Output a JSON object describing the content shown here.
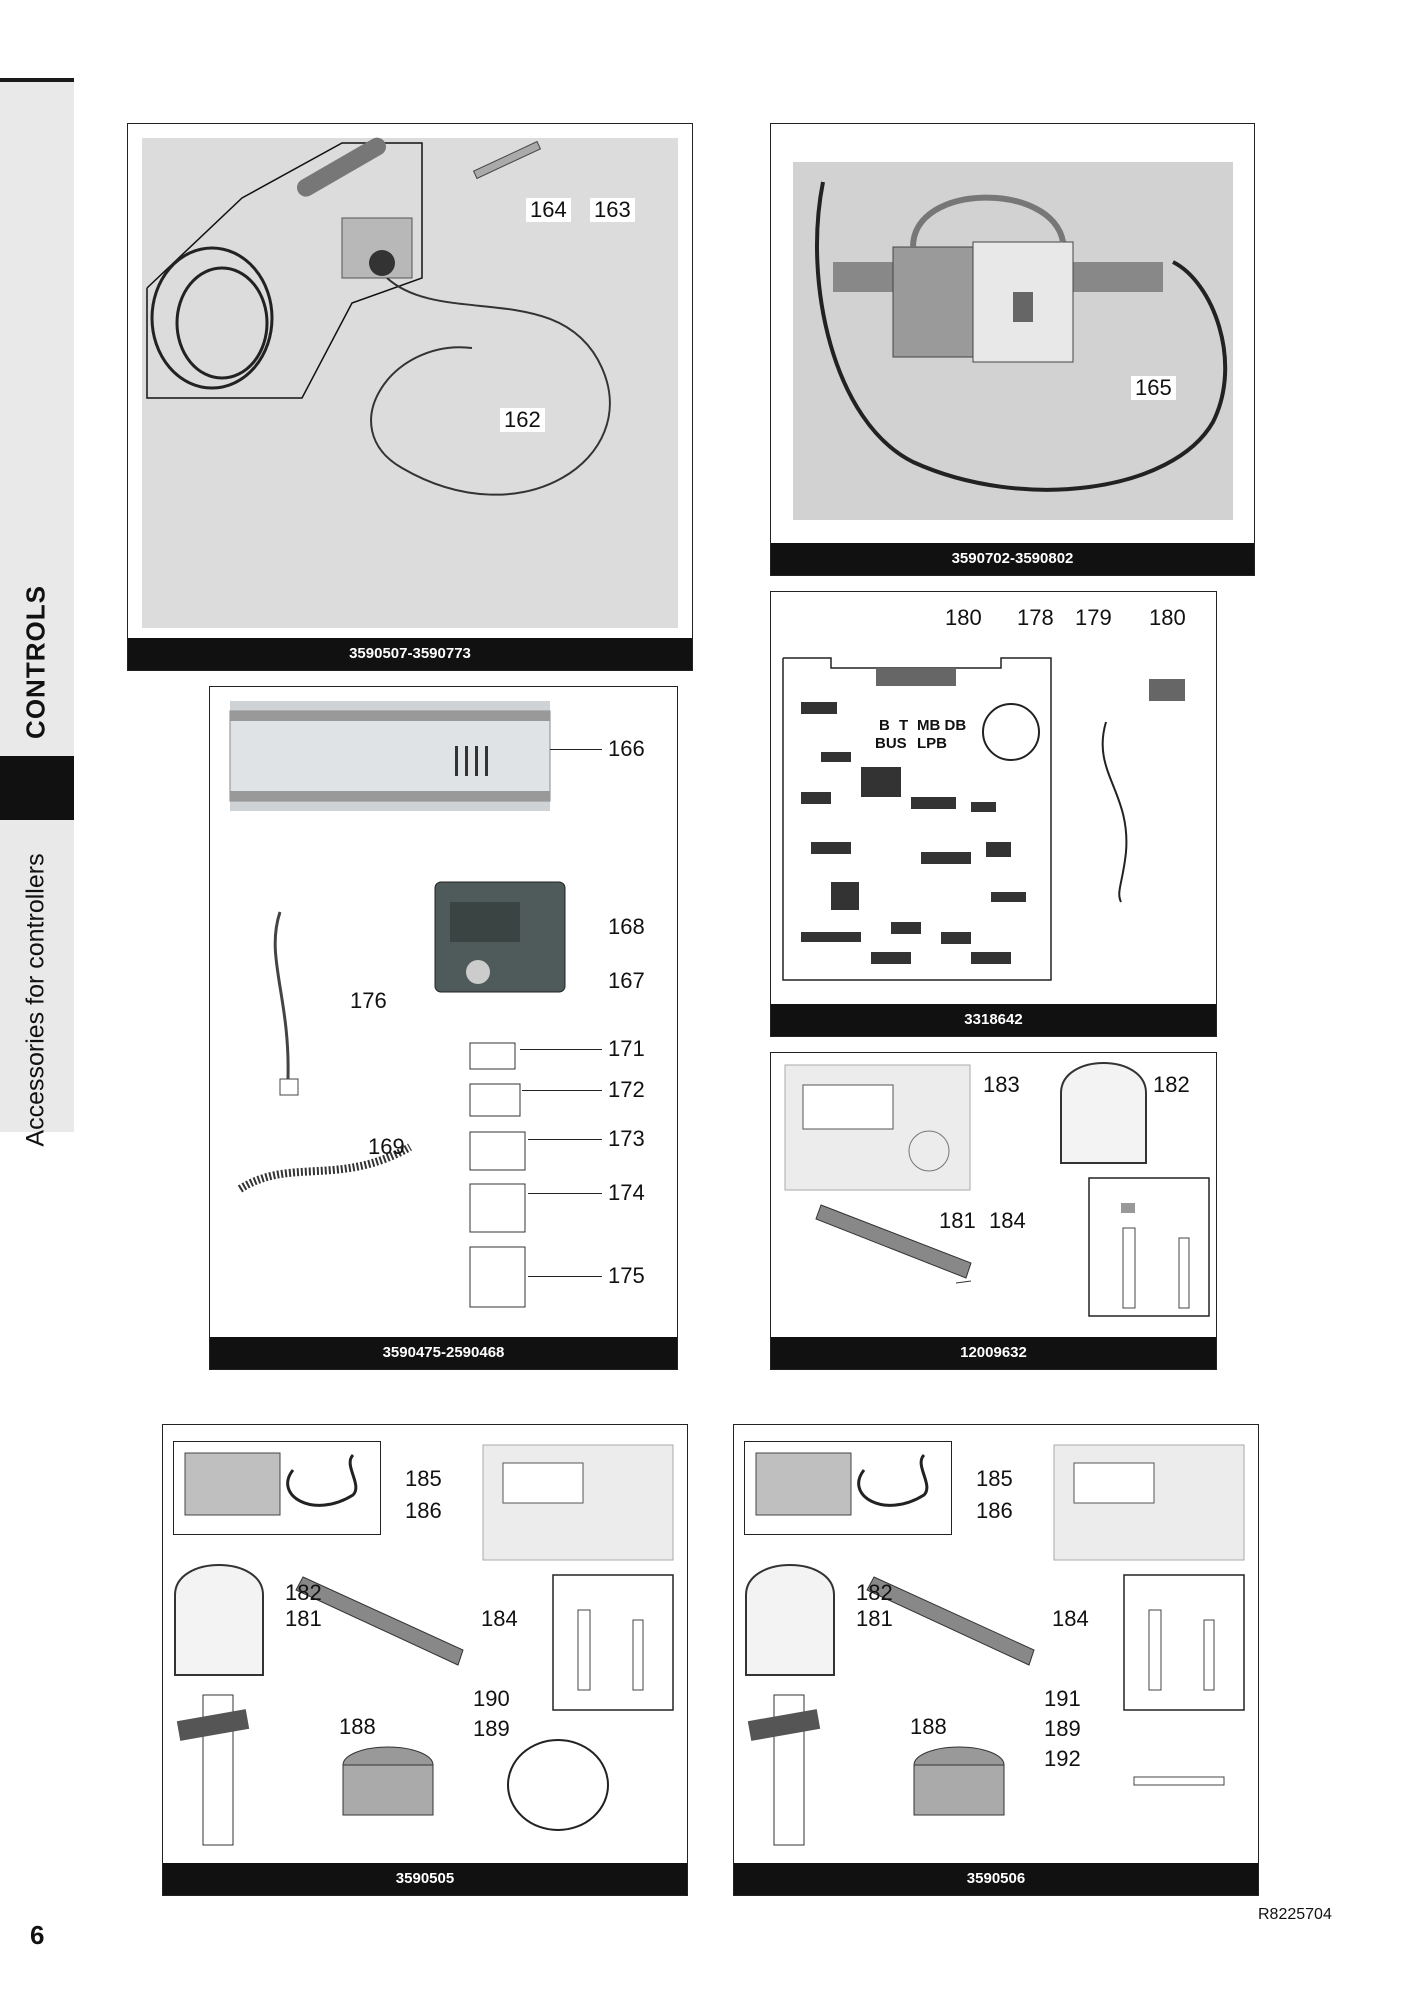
{
  "side": {
    "section": "CONTROLS",
    "subtitle": "Accessories for controllers"
  },
  "panels": [
    {
      "caption": "3590507-3590773",
      "callouts": [
        "164",
        "163",
        "162"
      ]
    },
    {
      "caption": "3590702-3590802",
      "callouts": [
        "165"
      ]
    },
    {
      "caption": "3318642",
      "callouts": [
        "180",
        "178",
        "179",
        "180"
      ],
      "labels": [
        "B",
        "T",
        "MB DB",
        "BUS",
        "LPB"
      ]
    },
    {
      "caption": "3590475-2590468",
      "callouts": [
        "166",
        "168",
        "167",
        "176",
        "171",
        "172",
        "173",
        "174",
        "175",
        "169"
      ]
    },
    {
      "caption": "12009632",
      "callouts": [
        "183",
        "182",
        "181",
        "184"
      ]
    },
    {
      "caption": "3590505",
      "callouts": [
        "185",
        "186",
        "182",
        "181",
        "184",
        "190",
        "188",
        "189"
      ]
    },
    {
      "caption": "3590506",
      "callouts": [
        "185",
        "186",
        "182",
        "181",
        "184",
        "191",
        "188",
        "189",
        "192"
      ]
    }
  ],
  "footer": {
    "page_number": "6",
    "reference": "R8225704"
  }
}
